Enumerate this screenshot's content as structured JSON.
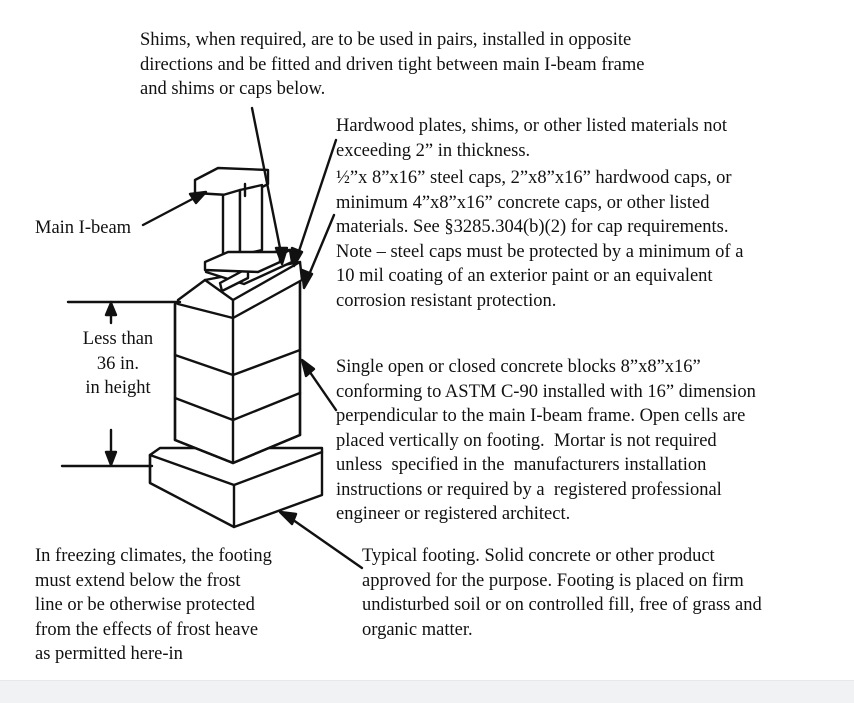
{
  "labels": {
    "shims_note": "Shims, when required, are to be used in pairs, installed in opposite\ndirections and be fitted and driven tight between main I-beam frame\nand shims or caps below.",
    "hardwood_note": "Hardwood plates, shims, or other listed materials not\nexceeding 2” in thickness.",
    "caps_note": "½”x 8”x16” steel caps, 2”x8”x16” hardwood caps, or\nminimum 4”x8”x16” concrete caps, or other listed\nmaterials. See §3285.304(b)(2) for cap requirements.\nNote – steel caps must be protected by a minimum of a\n10 mil coating of an exterior paint or an equivalent\ncorrosion resistant protection.",
    "main_ibeam": "Main I-beam",
    "height_note": "Less than\n36 in.\nin height",
    "blocks_note": "Single open or closed concrete blocks 8”x8”x16”\nconforming to ASTM C-90 installed with 16” dimension\nperpendicular to the main I-beam frame. Open cells are\nplaced vertically on footing.  Mortar is not required\nunless  specified in the  manufacturers installation\ninstructions or required by a  registered professional\nengineer or registered architect.",
    "freezing_note": "In freezing climates, the footing\nmust extend below the frost\nline or be otherwise protected\nfrom the effects of frost heave\nas permitted here-in",
    "footing_note": "Typical footing. Solid concrete or other product\napproved for the purpose. Footing is placed on firm\nundisturbed soil or on controlled fill, free of grass and\norganic matter."
  },
  "colors": {
    "ink": "#111111",
    "paper": "#ffffff",
    "bottom_strip": "#f1f2f4"
  }
}
